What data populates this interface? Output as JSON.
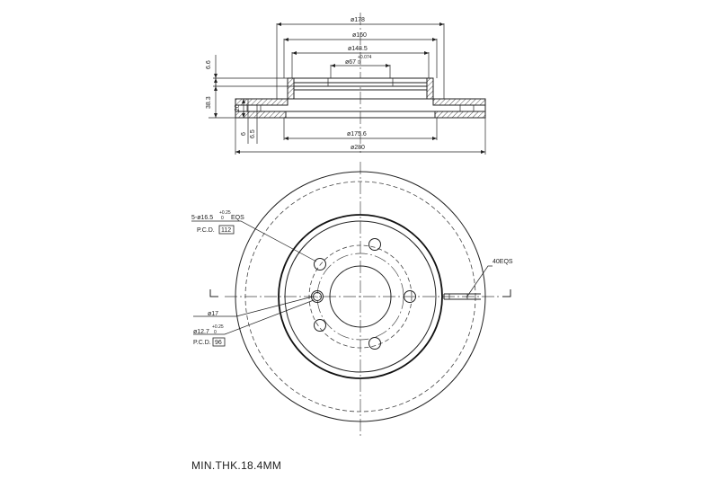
{
  "top_view": {
    "dim_od_top": "ø178",
    "dim_160": "ø160",
    "dim_1485": "ø148.5",
    "dim_hub": "ø67",
    "dim_hub_tol_upper": "+0.074",
    "dim_hub_tol_lower": "0",
    "dim_66": "6.6",
    "dim_383": "38.3",
    "dim_20": "20",
    "dim_6": "6",
    "dim_65": "6.5",
    "dim_1756": "ø175.6",
    "dim_280": "ø280"
  },
  "front_view": {
    "bolt_note": "5-ø16.5",
    "bolt_tol_upper": "+0.25",
    "bolt_tol_lower": "0",
    "bolt_eqs": "EQS",
    "pcd_label_1": "P.C.D.",
    "pcd_value_1": "112",
    "hole17": "ø17",
    "hole127": "ø12.7",
    "hole127_tol_upper": "+0.25",
    "hole127_tol_lower": "0",
    "pcd_label_2": "P.C.D.",
    "pcd_value_2": "96",
    "vent_note": "40EQS"
  },
  "footer": {
    "min_thickness": "MIN.THK.18.4MM"
  }
}
